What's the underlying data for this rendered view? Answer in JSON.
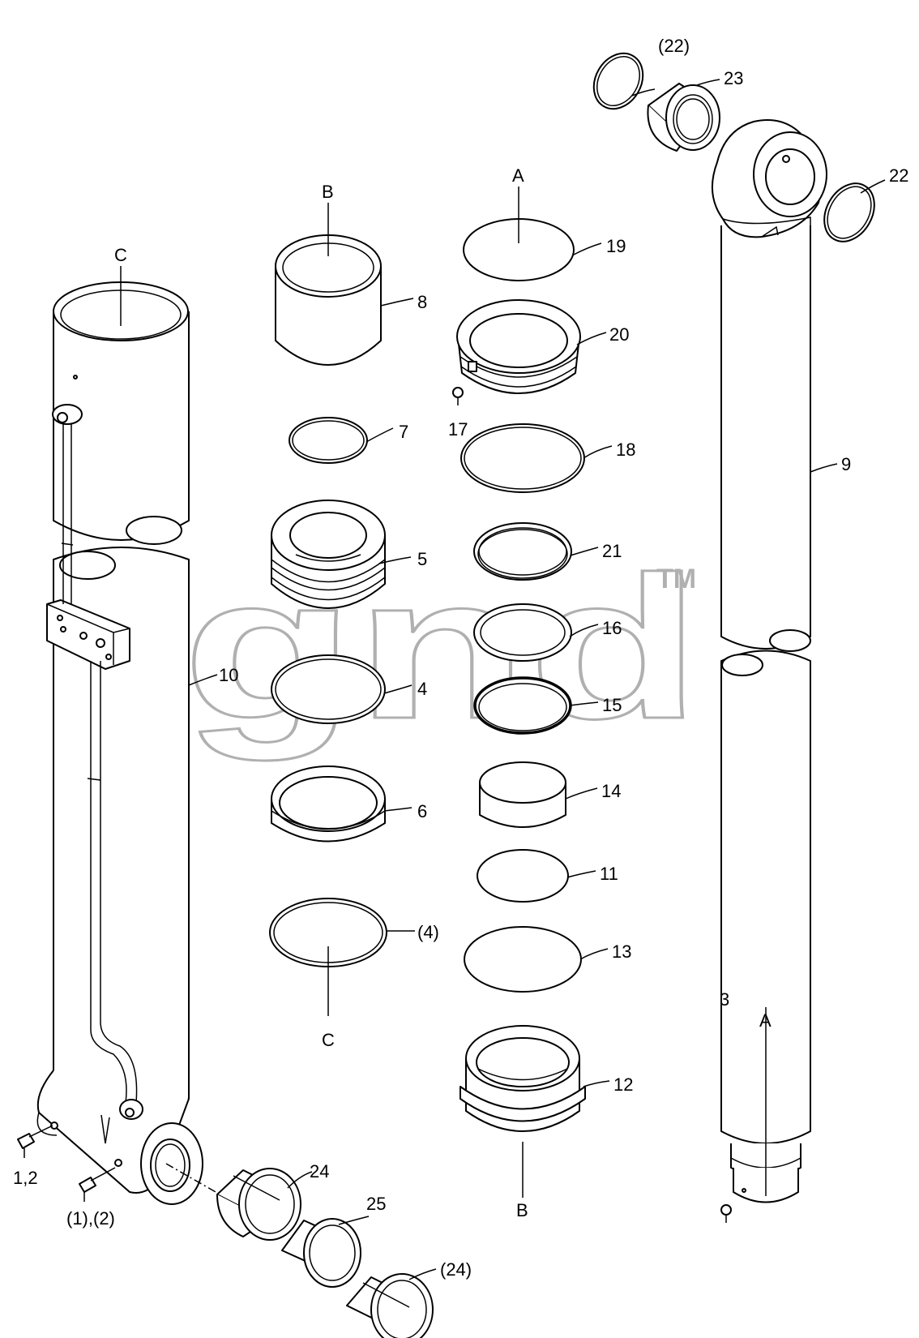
{
  "watermark": {
    "text": "gnd",
    "mark": "TM",
    "color": "#b0b0b0"
  },
  "labels": {
    "p1_2": "1,2",
    "p1_2_ref": "(1),(2)",
    "p3": "3",
    "p4": "4",
    "p4_ref": "(4)",
    "p5": "5",
    "p6": "6",
    "p7": "7",
    "p8": "8",
    "p9": "9",
    "p10": "10",
    "p11": "11",
    "p12": "12",
    "p13": "13",
    "p14": "14",
    "p15": "15",
    "p16": "16",
    "p17": "17",
    "p18": "18",
    "p19": "19",
    "p20": "20",
    "p21": "21",
    "p22": "22",
    "p22_ref": "(22)",
    "p23": "23",
    "p24": "24",
    "p24_ref": "(24)",
    "p25": "25",
    "ref_a_top": "A",
    "ref_a_bottom": "A",
    "ref_b_top": "B",
    "ref_b_bottom": "B",
    "ref_c_top": "C",
    "ref_c_bottom": "C"
  }
}
